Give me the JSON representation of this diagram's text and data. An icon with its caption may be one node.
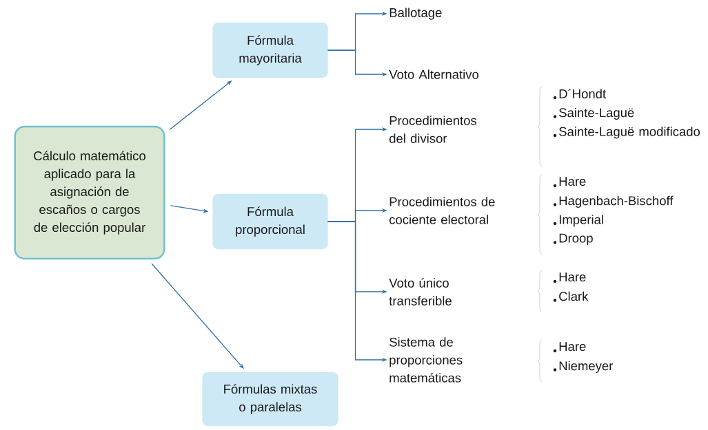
{
  "diagram": {
    "nodes": [
      {
        "text": [
          "Cálculo matemático aplicado para la asignación de escaños o cargos de elección popular"
        ]
      },
      {
        "text": [
          "Fórmula mayoritaria"
        ]
      },
      {
        "text": [
          "Fórmula proporcional"
        ]
      },
      {
        "text": [
          "Fórmulas mixtas o paralelas"
        ]
      },
      {
        "text": [
          "Ballotage"
        ]
      },
      {
        "text": [
          "Voto Alternativo"
        ]
      },
      {
        "text": [
          "Procedimientos del divisor"
        ],
        "beside": [
          "D´Hondt",
          "Sainte-Laguë",
          "Sainte-Laguë modificado"
        ]
      },
      {
        "text": [
          "Procedimientos de cociente electoral"
        ],
        "beside": [
          "Hare",
          "Hagenbach-Bischoff",
          "Imperial",
          "Droop"
        ]
      },
      {
        "text": [
          "Voto único transferible"
        ],
        "beside": [
          "Hare",
          "Clark"
        ]
      },
      {
        "text": [
          "Sistema de proporciones matemáticas"
        ],
        "beside": [
          "Hare",
          "Niemeyer"
        ]
      }
    ],
    "edges": [
      {
        "from": 0,
        "to": 1,
        "arrow": "to"
      },
      {
        "from": 0,
        "to": 2,
        "arrow": "to"
      },
      {
        "from": 0,
        "to": 3,
        "arrow": "to"
      },
      {
        "from": 1,
        "to": 4,
        "arrow": "to"
      },
      {
        "from": 1,
        "to": 5,
        "arrow": "to"
      },
      {
        "from": 2,
        "to": 6,
        "arrow": "to"
      },
      {
        "from": 2,
        "to": 7,
        "arrow": "to"
      },
      {
        "from": 2,
        "to": 8,
        "arrow": "to"
      },
      {
        "from": 2,
        "to": 9,
        "arrow": "to"
      }
    ]
  }
}
